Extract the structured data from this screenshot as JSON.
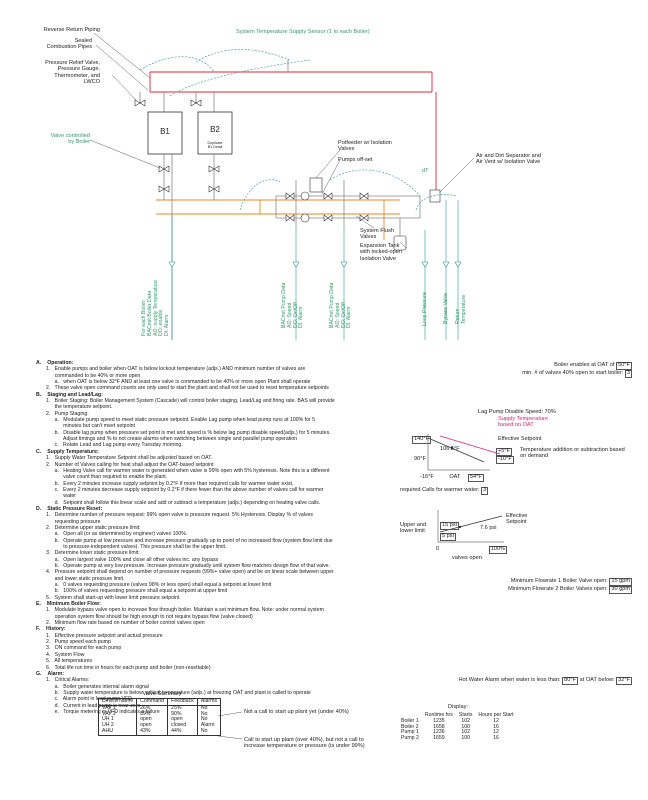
{
  "diagram": {
    "callouts_left": {
      "reverse_return": "Reverse Return Piping",
      "sealed_combustion": [
        "Sealed",
        "Combustion Pipes"
      ],
      "pressure_relief": [
        "Pressure Relief Valve,",
        "Pressure Gauge,",
        "Thermometer, and",
        "LWCO"
      ],
      "valve_controlled": [
        "Valve controlled",
        "by Boiler"
      ]
    },
    "supply_sensor": "System Temperature Supply Sensor (1 to each Boiler)",
    "boilers": {
      "b1": "B1",
      "b2": "B2",
      "b2_note": [
        "Duplicate",
        "B1 Detail"
      ]
    },
    "callouts_mid": {
      "potfeeder": [
        "Potfeeder w/ Isolation",
        "Valves"
      ],
      "pumps_offset": "Pumps off-set",
      "flush": [
        "System Flush",
        "Valves"
      ],
      "expansion": [
        "Expansion Tank",
        "with locked-open",
        "Isolation Valve"
      ]
    },
    "callouts_right": {
      "air_dirt": [
        "Air and Dirt Separator and",
        "Air Vent w/ Isolation Valve"
      ]
    },
    "sensor_tag": "dT",
    "vertical_labels": {
      "each_boiler": [
        "For each Boiler:",
        "BACnet Boiler Data",
        "AO: supply Temperature",
        "DO: enable",
        "DI: Alarm"
      ],
      "pump1": [
        "BACnet Pump Data",
        "AO: Speed",
        "DO: On/Off",
        "DI: Alarm"
      ],
      "pump2": [
        "BACnet Pump Data",
        "AO: Speed",
        "DO: On/Off",
        "DI: Alarm"
      ],
      "loop_pressure": "Loop Pressure",
      "bypass_valve": "Bypass Valve",
      "return_temp": [
        "Return",
        "Temperature"
      ]
    }
  },
  "sequence": {
    "sections": [
      {
        "letter": "A.",
        "title": "Operation:",
        "lines": [
          "1.   Enable pumps and boiler when OAT is below lockout temperature (adjs.) AND minimum number of valves are",
          "      commanded to be 40% or more open",
          "      a.   when OAT is below 32°F AND at least one valve is commanded to be 40% or more open Plant shall operate",
          "2.   These valve open command counts are only used to start the plant and shall not be used to reset temperature setpoints"
        ]
      },
      {
        "letter": "B.",
        "title": "Staging and Lead/Lag:",
        "lines": [
          "1.   Boiler Staging: Boiler Management System (Cascade) will control boiler staging, Lead/Lag and firing rate. BAS will provide",
          "      the temperature setpoint.",
          "2.   Pump Staging:",
          "      a.   Modulate pump speed to meet static pressure setpoint. Enable Lag pump when lead pump runs at 100% for 5",
          "            minutes but can't meet setpoint",
          "      b.   Disable lag pump when pressure set point is met and speed is % below lag pump disable speed(adjs.) for 5 minutes.",
          "            Adjust timings and % to not create alarms when switching between single and parallel pump operation",
          "      c.   Rotate Lead and Lag pump every Tuesday morning."
        ]
      },
      {
        "letter": "C.",
        "title": "Supply Temperature:",
        "lines": [
          "1.   Supply Water Temperature Setpoint shall be adjusted based on OAT.",
          "2.   Number of Valves calling for heat shall adjust the OAT-based setpoint",
          "      a.   Heating Valve call for warmer water is generated when valve is 99% open with 5% hysteresis. Note this is a different",
          "            valve count than required to enable the plant.",
          "      b.   Every 2 minutes increase supply setpoint by 0.2°F if more than required calls for warmer water exist.",
          "      c.   Every 2 minutes decrease supply setpoint by 0.2°F if there fewer than the above number of valves call for warmer",
          "            water",
          "      d.   Setpoint shall follow this linear scale and add or subtract a temperature (adjs.) depending on heating valve calls."
        ]
      },
      {
        "letter": "D.",
        "title": "Static Pressure Reset:",
        "lines": [
          "1.   Determine number of pressure request: 99% open valve is pressure request. 5% Hysteresis. Display % of valves",
          "      requesting pressure",
          "2.   Determine upper static pressure limit:",
          "      a.   Open all (or as determined by engineer) valves 100%.",
          "      b.   Operate pump at low pressure and increase pressure gradually up to point of no increased flow (system flow limit due",
          "            to pressure-independent valves). This pressure shall be the upper limit.",
          "3.   Determine lower static pressure limit:",
          "      a.   Open largest valve 100% and close all other valves inc. any bypass",
          "      b.   Operate pump at very low pressure. Increase pressure gradually until system flow matches design flow of that valve.",
          "4.   Pressure setpoint shall depend on number of pressure requests (99%+ valve open) and be on linear scale between upper",
          "      and lower static pressure limit.",
          "      a.   0 valves requesting pressure (valves 98% or less open) shall equal a setpoint at lower limit",
          "      b.   100% of valves requesting pressure shall equal a setpoint at upper limit",
          "5.   System shall start-up with lower limit pressure setpoint"
        ]
      },
      {
        "letter": "E.",
        "title": "Minimum Boiler Flow:",
        "lines": [
          "1.   Modulate bypass valve open to increase flow through boiler. Maintain a set minimum flow. Note: under normal system",
          "      operation system flow should be high enough to not require bypass flow (valve closed)",
          "2.   Minimum flow rate based on number of boiler control valves open"
        ]
      },
      {
        "letter": "F.",
        "title": "History:",
        "lines": [
          "1.   Effective pressure setpoint and actual pressure",
          "2.   Pump speed each pump",
          "3.   ON command for each pump",
          "4.   System Flow",
          "5.   All temperatures",
          "6.   Total life run time in hours for each pump and boiler (non-resettable)"
        ]
      },
      {
        "letter": "G.",
        "title": "Alarm:",
        "lines": [
          "1.   Critical Alarms:",
          "      a.   Boiler generates internal alarm signal",
          "      b.   Supply water temperature is below  critical temperature (adjs.) at freezing OAT and plant is called to operate",
          "      c.   Alarm point in lead pump VFD",
          "      d.   Current in lead pump is near zero",
          "      e.   Torque metering in VFD indicates a failure"
        ]
      }
    ]
  },
  "side": {
    "enable_oat_label": "Boiler enables at OAT of",
    "enable_oat_value": "50°F",
    "min_valves_label": "min. # of valves 40% open to start boiler:",
    "min_valves_value": "3",
    "lag_disable": "Lag Pump Disable Speed: 70%",
    "temp_chart": {
      "title": [
        "Supply Temperature",
        "based on OAT"
      ],
      "y_high": "140°F",
      "y_low": "90°F",
      "eff_value": "106.5°F",
      "eff_label": "Effective Setpoint",
      "plus": "+5°F",
      "minus": "-10°F",
      "adj_label": [
        "Temperature addition or subtraction based",
        "on demand"
      ],
      "x_low": "-16°F",
      "x_mid": "OAT",
      "x_high": "54°F"
    },
    "required_calls_label": "required Calls for warmer water:",
    "required_calls_value": "3",
    "pressure_chart": {
      "upper_label": [
        "Upper and",
        "lower limit"
      ],
      "upper_value": "15 psi",
      "lower_value": "5 psi",
      "eff_value": "7.6 psi",
      "eff_label": [
        "Effective",
        "Setpoint"
      ],
      "x_low": "0",
      "x_high": "100%",
      "x_label": "valves open"
    },
    "min_flow_1": "Minimum Flowrate 1 Boiler Valve open:",
    "min_flow_1_value": "15 gpm",
    "min_flow_2": "Minimum Flowrate 2 Boiler Valves open:",
    "min_flow_2_value": "30 gpm",
    "hot_water_alarm_label": "Hot Water Alarm when water is less than:",
    "hot_water_alarm_value": "80°F",
    "hot_water_alarm_oat": "at OAT below:",
    "hot_water_alarm_oat_value": "32°F"
  },
  "valve_summary": {
    "title": "Valve Summary",
    "headers": [
      "Device Name",
      "Command",
      "Feedback",
      "Alarms"
    ],
    "rows": [
      [
        "VAV 1",
        "26%",
        "25%",
        "No"
      ],
      [
        "VAV 2",
        "89%",
        "90%",
        "No"
      ],
      [
        "UH 1",
        "open",
        "open",
        "No"
      ],
      [
        "UH 2",
        "open",
        "closed",
        "Alarm"
      ],
      [
        "AHU",
        "43%",
        "44%",
        "No"
      ]
    ],
    "note1": "Not a call to start up plant yet (under 40%)",
    "note2": [
      "Call to start up plant (over 40%), but not a call to",
      "increase temperature or pressure (is under 99%)"
    ]
  },
  "display": {
    "title": "Display:",
    "headers": [
      "",
      "Runtime hrs",
      "Starts",
      "Hours per Start"
    ],
    "rows": [
      [
        "Boiler 1",
        "1235",
        "102",
        "12"
      ],
      [
        "Boiler 2",
        "1658",
        "100",
        "16"
      ],
      [
        "Pump 1",
        "1236",
        "102",
        "12"
      ],
      [
        "Pump 2",
        "1659",
        "100",
        "16"
      ]
    ]
  }
}
